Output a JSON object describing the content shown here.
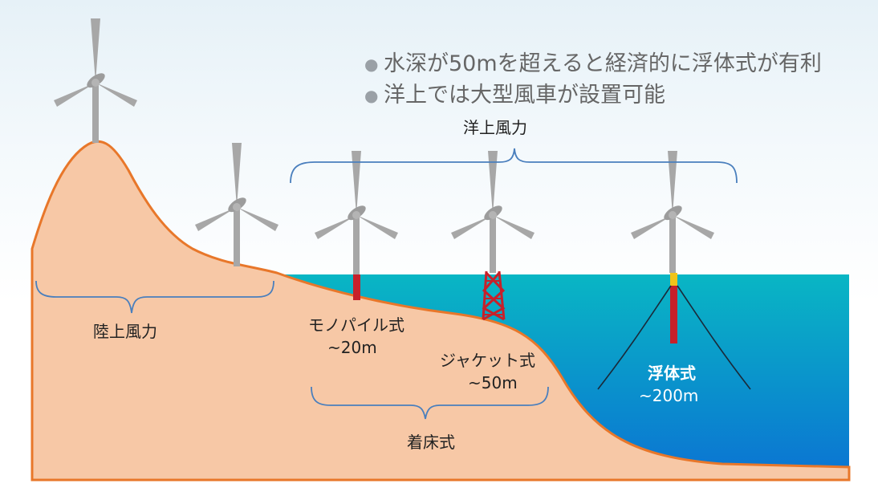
{
  "bullets": [
    {
      "marker": "●",
      "text": "水深が50mを超えると経済的に浮体式が有利"
    },
    {
      "marker": "●",
      "text": "洋上では大型風車が設置可能"
    }
  ],
  "labels": {
    "offshore_wind": "洋上風力",
    "onshore_wind": "陸上風力",
    "monopile_name": "モノパイル式",
    "monopile_depth": "~20m",
    "jacket_name": "ジャケット式",
    "jacket_depth": "~50m",
    "fixed_bottom": "着床式",
    "floating_name": "浮体式",
    "floating_depth": "~200m"
  },
  "colors": {
    "land": "#f7c8a6",
    "land_outline": "#e8772a",
    "sea_top": "#09b6c4",
    "sea_bottom": "#0b77d2",
    "turbine": "#a7a7a7",
    "foundation": "#c7202a",
    "float_marker": "#f0c419",
    "brace": "#4a7fbd",
    "bullet_text": "#666666",
    "bullet_marker": "#9aa0a6",
    "label_text": "#222222",
    "floating_text": "#ffffff"
  }
}
